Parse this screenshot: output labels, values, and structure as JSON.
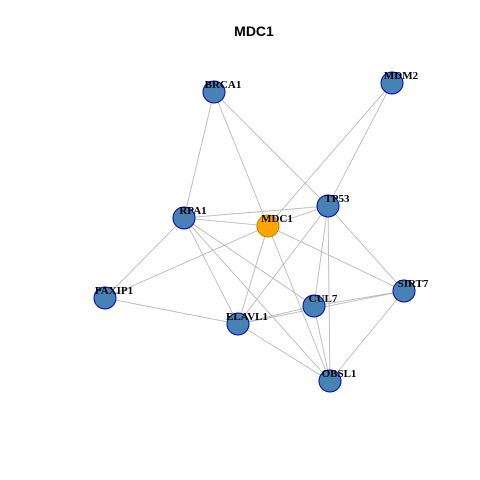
{
  "title": "MDC1",
  "colors": {
    "node_fill": "#4682B4",
    "node_border": "#0000CD",
    "focus_fill": "#FFA500",
    "focus_border": "#CD8500",
    "edge": "#B3B3B3"
  },
  "nodes": [
    {
      "id": "BRCA1",
      "label": "BRCA1",
      "focus": false
    },
    {
      "id": "MDM2",
      "label": "MDM2",
      "focus": false
    },
    {
      "id": "TP53",
      "label": "TP53",
      "focus": false
    },
    {
      "id": "RPA1",
      "label": "RPA1",
      "focus": false
    },
    {
      "id": "MDC1",
      "label": "MDC1",
      "focus": true
    },
    {
      "id": "PAXIP1",
      "label": "PAXIP1",
      "focus": false
    },
    {
      "id": "SIRT7",
      "label": "SIRT7",
      "focus": false
    },
    {
      "id": "CUL7",
      "label": "CUL7",
      "focus": false
    },
    {
      "id": "ELAVL1",
      "label": "ELAVL1",
      "focus": false
    },
    {
      "id": "OBSL1",
      "label": "OBSL1",
      "focus": false
    }
  ],
  "edges": [
    [
      "BRCA1",
      "RPA1"
    ],
    [
      "BRCA1",
      "MDC1"
    ],
    [
      "BRCA1",
      "TP53"
    ],
    [
      "MDM2",
      "MDC1"
    ],
    [
      "MDM2",
      "TP53"
    ],
    [
      "RPA1",
      "MDC1"
    ],
    [
      "RPA1",
      "TP53"
    ],
    [
      "RPA1",
      "PAXIP1"
    ],
    [
      "RPA1",
      "ELAVL1"
    ],
    [
      "RPA1",
      "CUL7"
    ],
    [
      "RPA1",
      "OBSL1"
    ],
    [
      "MDC1",
      "TP53"
    ],
    [
      "MDC1",
      "PAXIP1"
    ],
    [
      "MDC1",
      "ELAVL1"
    ],
    [
      "MDC1",
      "SIRT7"
    ],
    [
      "MDC1",
      "OBSL1"
    ],
    [
      "TP53",
      "ELAVL1"
    ],
    [
      "TP53",
      "CUL7"
    ],
    [
      "TP53",
      "SIRT7"
    ],
    [
      "TP53",
      "OBSL1"
    ],
    [
      "PAXIP1",
      "ELAVL1"
    ],
    [
      "ELAVL1",
      "CUL7"
    ],
    [
      "ELAVL1",
      "SIRT7"
    ],
    [
      "ELAVL1",
      "OBSL1"
    ],
    [
      "CUL7",
      "SIRT7"
    ],
    [
      "CUL7",
      "OBSL1"
    ],
    [
      "SIRT7",
      "OBSL1"
    ]
  ]
}
